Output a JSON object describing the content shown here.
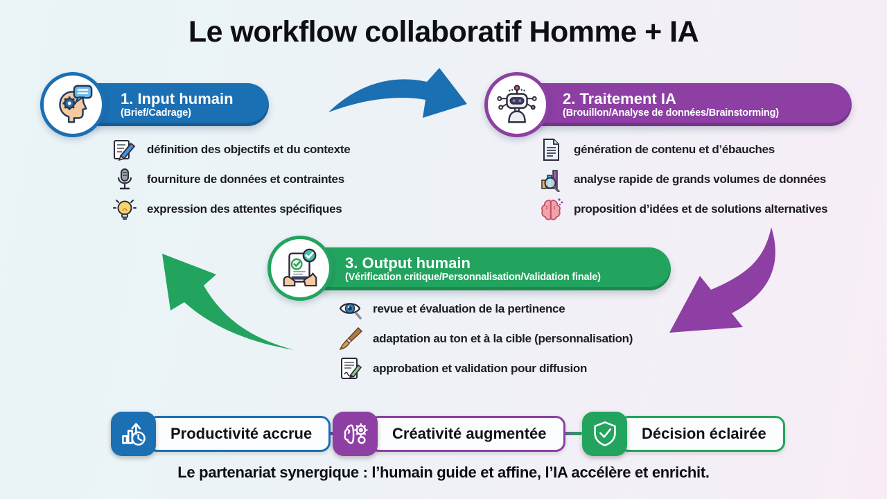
{
  "title": "Le workflow collaboratif Homme + IA",
  "steps": [
    {
      "title": "1. Input humain",
      "subtitle": "(Brief/Cadrage)",
      "color": "#1b6fb3",
      "icon": "head-gear-speech-icon",
      "items": [
        {
          "icon": "note-pencil-icon",
          "text": "définition des objectifs et du contexte"
        },
        {
          "icon": "microphone-icon",
          "text": "fourniture de données et contraintes"
        },
        {
          "icon": "lightbulb-icon",
          "text": "expression des attentes spécifiques"
        }
      ]
    },
    {
      "title": "2. Traitement IA",
      "subtitle": "(Brouillon/Analyse de données/Brainstorming)",
      "color": "#8d3fa4",
      "icon": "robot-icon",
      "items": [
        {
          "icon": "document-icon",
          "text": "génération de contenu et d’ébauches"
        },
        {
          "icon": "chart-magnifier-icon",
          "text": "analyse rapide de grands volumes de données"
        },
        {
          "icon": "brain-sparkles-icon",
          "text": "proposition d’idées et de solutions alternatives"
        }
      ]
    },
    {
      "title": "3. Output humain",
      "subtitle": "(Vérification critique/Personnalisation/Validation finale)",
      "color": "#22a45f",
      "icon": "tablet-check-icon",
      "items": [
        {
          "icon": "eye-magnifier-icon",
          "text": "revue et évaluation de la pertinence"
        },
        {
          "icon": "paintbrush-icon",
          "text": "adaptation au ton et à la cible (personnalisation)"
        },
        {
          "icon": "document-signature-icon",
          "text": "approbation et validation pour diffusion"
        }
      ]
    }
  ],
  "arrows": [
    {
      "name": "arrow-step1-to-step2",
      "color": "#1b6fb3"
    },
    {
      "name": "arrow-step2-to-step3",
      "color": "#8d3fa4"
    },
    {
      "name": "arrow-step3-to-step1",
      "color": "#22a45f"
    }
  ],
  "benefits": [
    {
      "icon": "growth-clock-icon",
      "label": "Productivité accrue",
      "color": "#1b6fb3"
    },
    {
      "icon": "brain-gear-icon",
      "label": "Créativité augmentée",
      "color": "#8d3fa4"
    },
    {
      "icon": "shield-check-icon",
      "label": "Décision éclairée",
      "color": "#22a45f"
    }
  ],
  "footer": "Le partenariat synergique : l’humain guide et affine, l’IA accélère et enrichit."
}
